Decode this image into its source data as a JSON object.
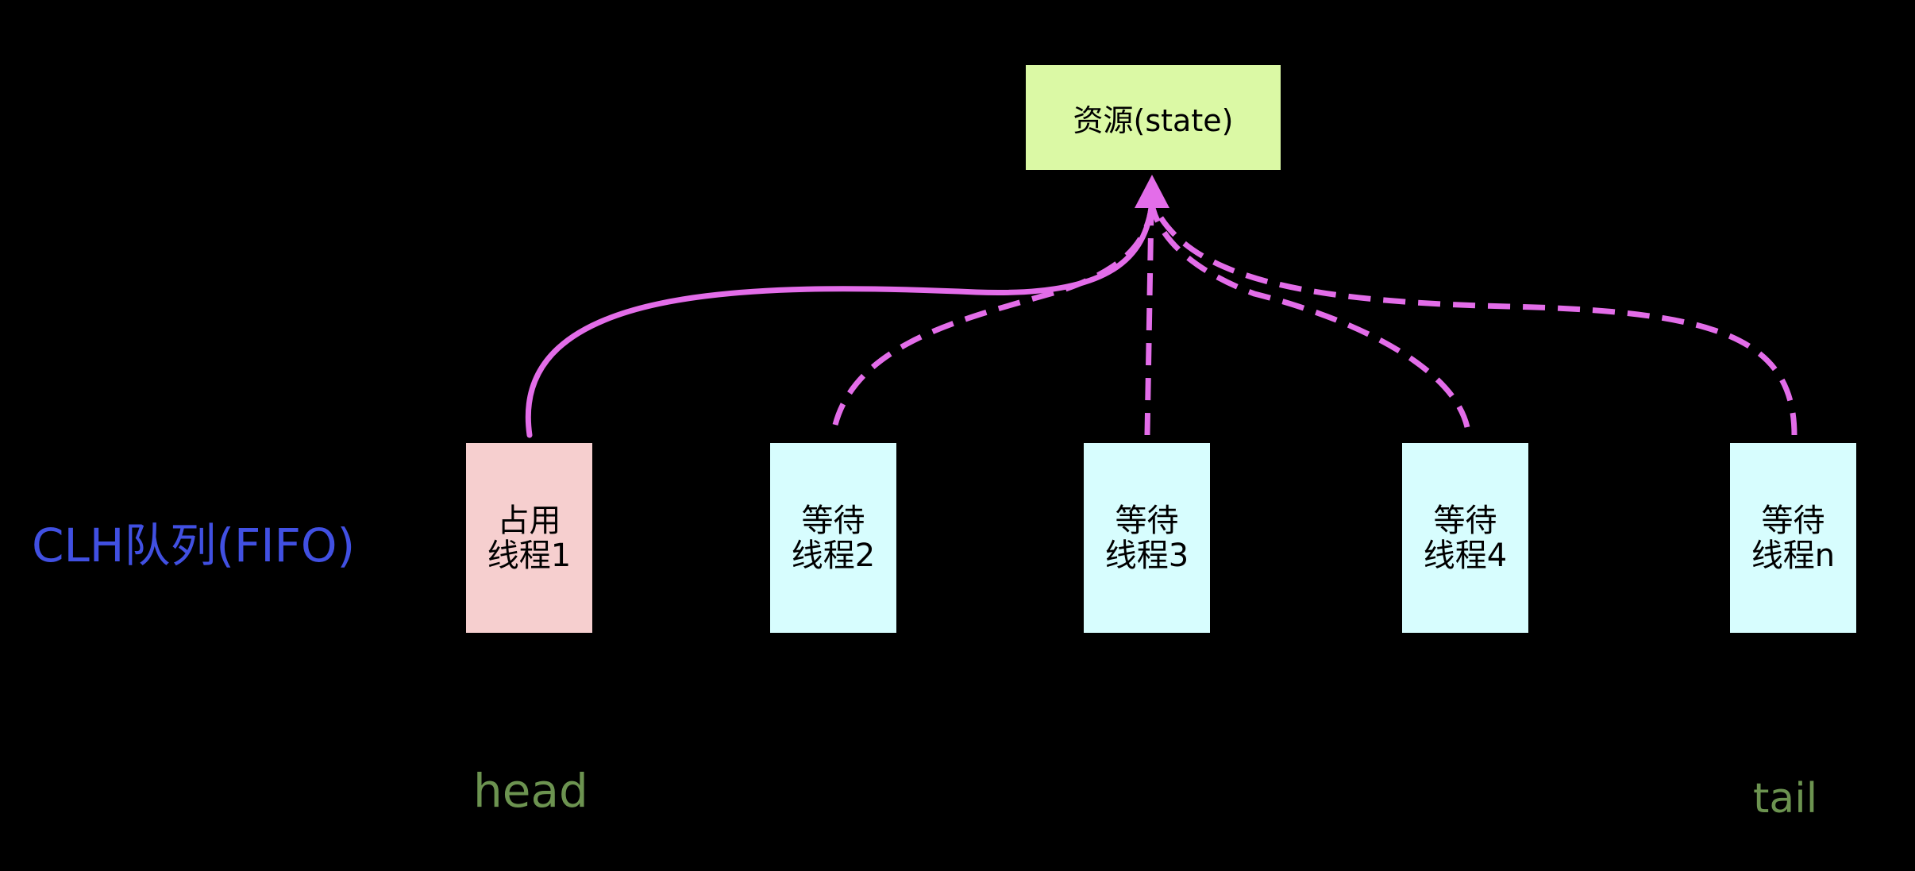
{
  "resource": {
    "label": "资源(state)"
  },
  "queue_label": "CLH队列(FIFO)",
  "threads": [
    {
      "line1": "占用",
      "line2": "线程1",
      "status": "holding"
    },
    {
      "line1": "等待",
      "line2": "线程2",
      "status": "waiting"
    },
    {
      "line1": "等待",
      "line2": "线程3",
      "status": "waiting"
    },
    {
      "line1": "等待",
      "line2": "线程4",
      "status": "waiting"
    },
    {
      "line1": "等待",
      "line2": "线程n",
      "status": "waiting"
    }
  ],
  "head_label": "head",
  "tail_label": "tail",
  "colors": {
    "background": "#000000",
    "resource_fill": "#dbf9a5",
    "holding_fill": "#f6cfcf",
    "waiting_fill": "#d7fdfe",
    "arrow": "#e36de9",
    "queue_label": "#4150e2",
    "end_label": "#6c9350"
  }
}
